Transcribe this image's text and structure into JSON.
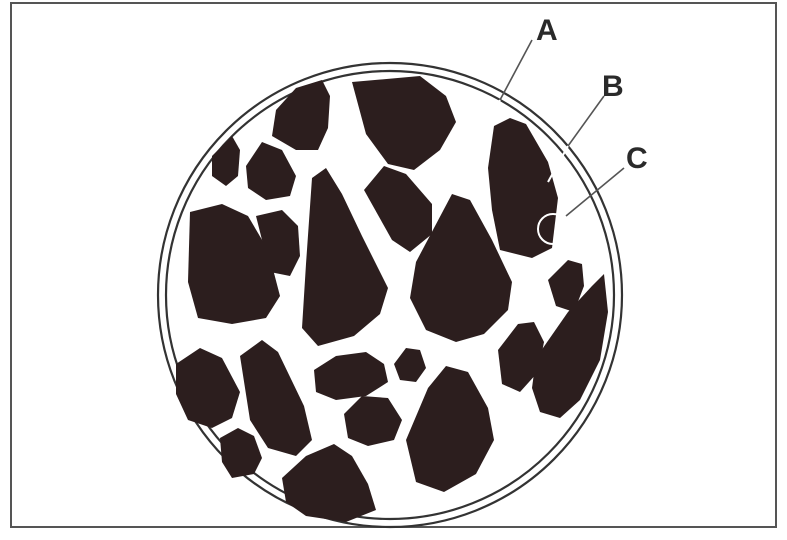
{
  "labels": {
    "a": "A",
    "b": "B",
    "c": "C"
  },
  "colors": {
    "background": "#ffffff",
    "frame": "#555555",
    "particle": "#2c1e1e",
    "text": "#2a2a2a"
  }
}
